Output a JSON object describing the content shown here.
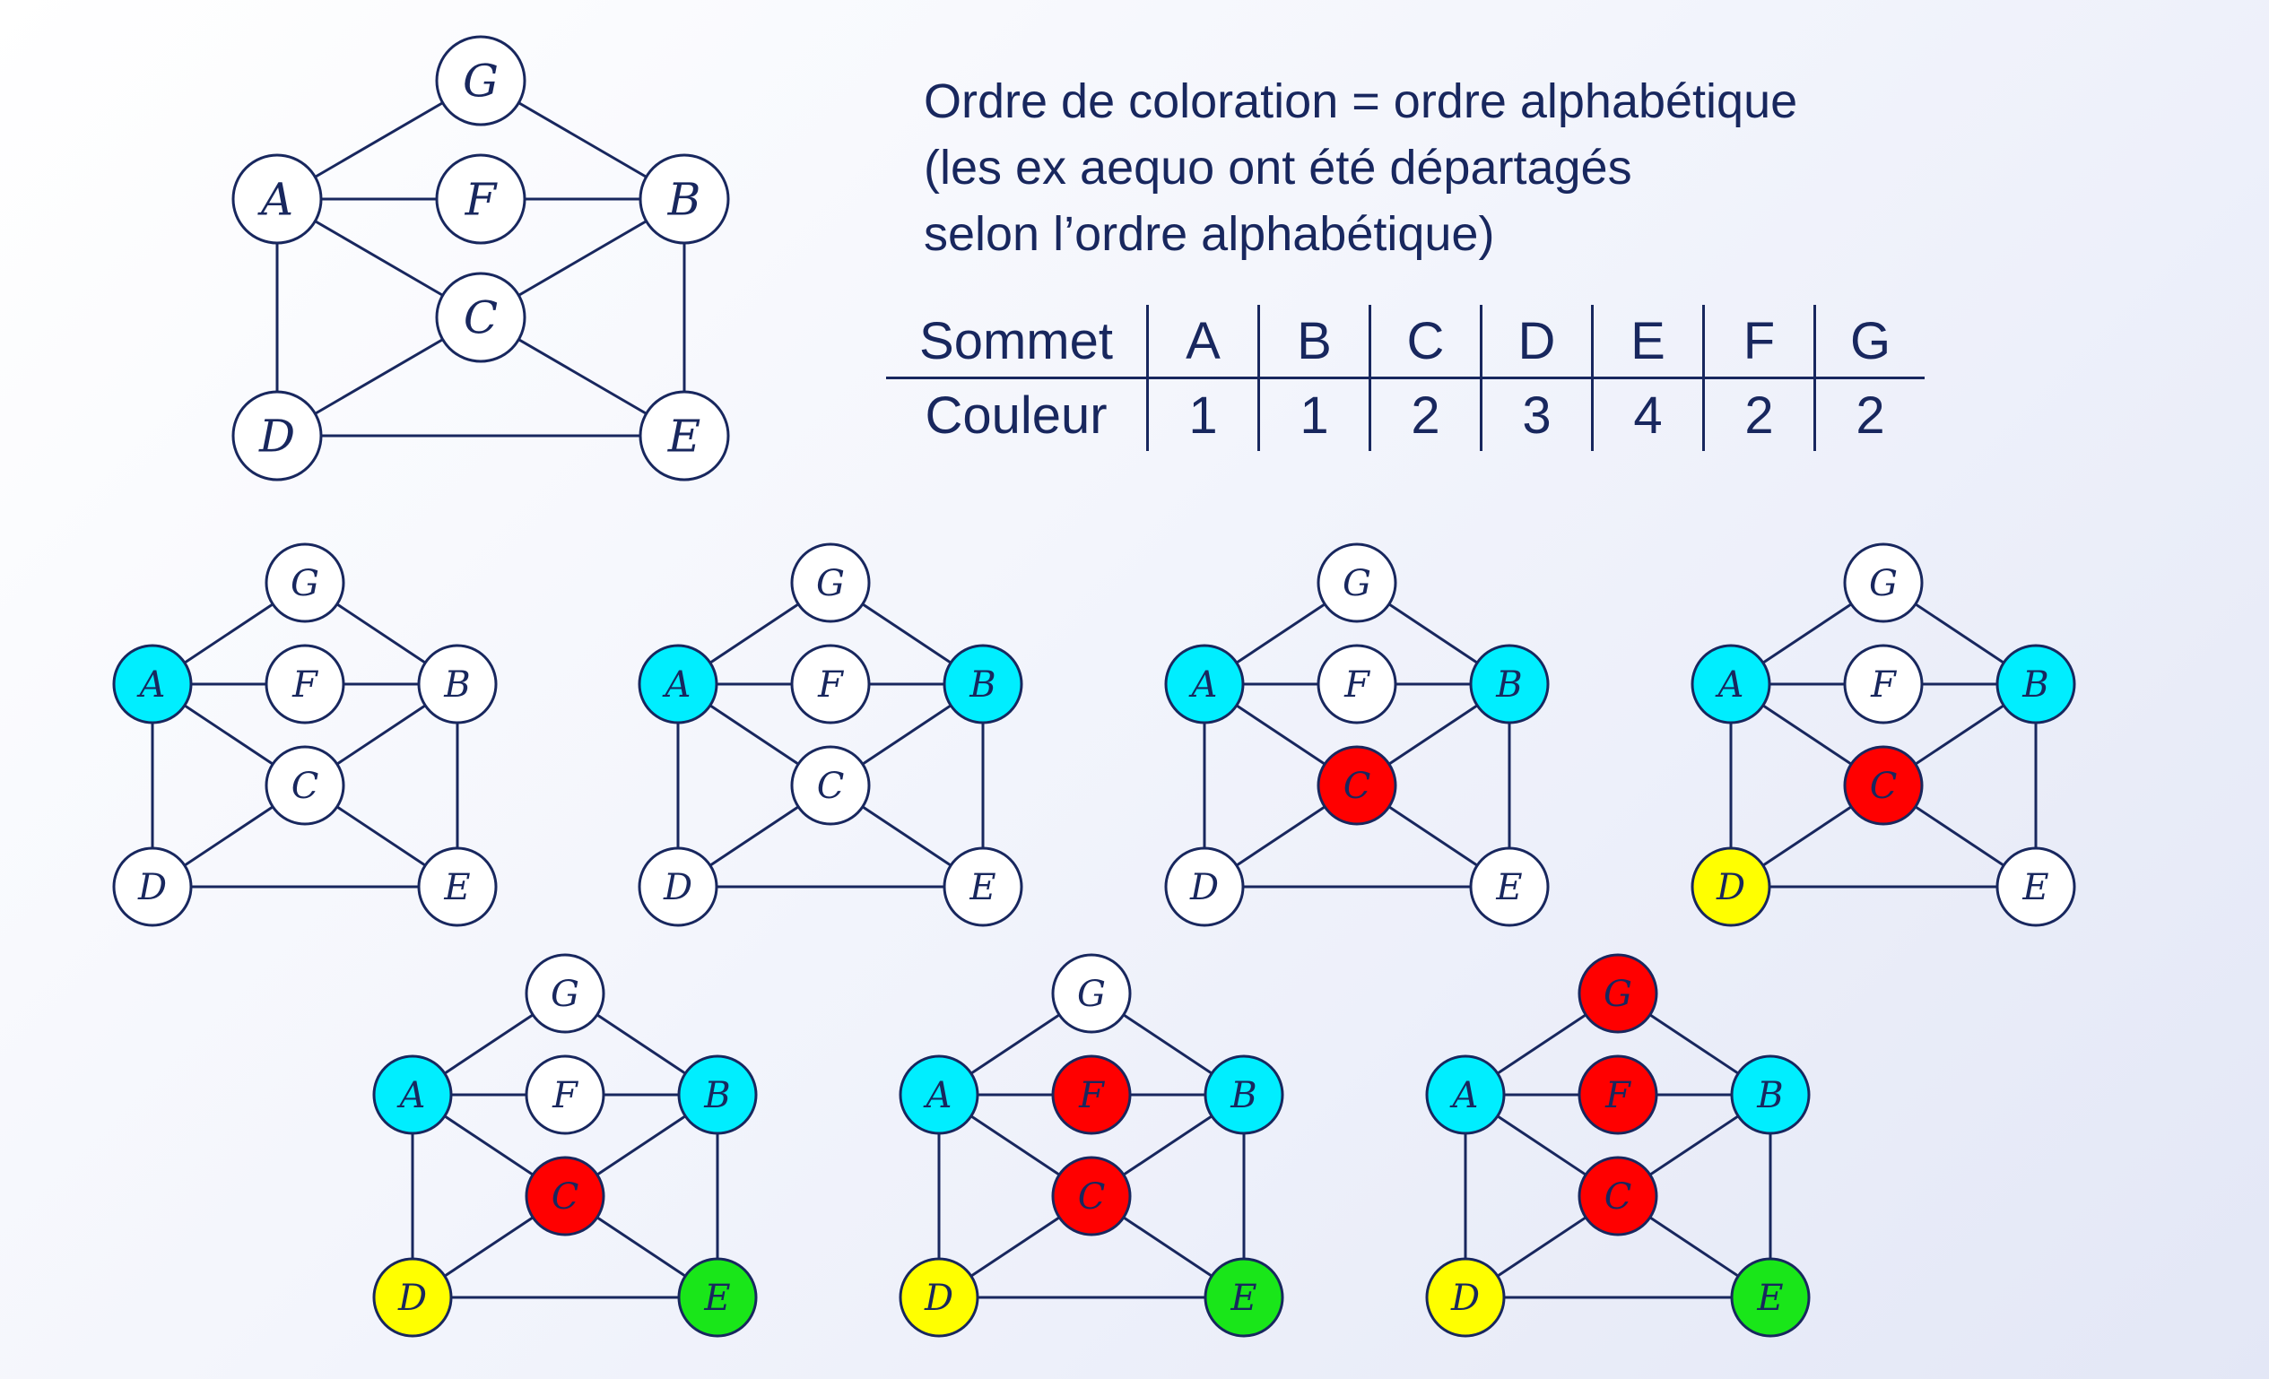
{
  "caption": {
    "lines": [
      "Ordre de coloration = ordre alphabétique",
      "(les ex aequo ont été départagés",
      "selon l’ordre alphabétique)"
    ]
  },
  "table": {
    "row1_header": "Sommet",
    "row2_header": "Couleur",
    "vertices": [
      "A",
      "B",
      "C",
      "D",
      "E",
      "F",
      "G"
    ],
    "colors": [
      "1",
      "1",
      "2",
      "3",
      "4",
      "2",
      "2"
    ]
  },
  "palette": {
    "none": "#ffffff",
    "1": "#00eeff",
    "2": "#ff0000",
    "3": "#ffff00",
    "4": "#19e619",
    "stroke": "#18275e"
  },
  "graph": {
    "nodes": [
      "G",
      "A",
      "F",
      "B",
      "C",
      "D",
      "E"
    ],
    "edges": [
      [
        "G",
        "A"
      ],
      [
        "G",
        "B"
      ],
      [
        "A",
        "F"
      ],
      [
        "F",
        "B"
      ],
      [
        "A",
        "C"
      ],
      [
        "B",
        "C"
      ],
      [
        "A",
        "D"
      ],
      [
        "B",
        "E"
      ],
      [
        "C",
        "D"
      ],
      [
        "C",
        "E"
      ],
      [
        "D",
        "E"
      ]
    ]
  },
  "steps": [
    {
      "A": "1"
    },
    {
      "A": "1",
      "B": "1"
    },
    {
      "A": "1",
      "B": "1",
      "C": "2"
    },
    {
      "A": "1",
      "B": "1",
      "C": "2",
      "D": "3"
    },
    {
      "A": "1",
      "B": "1",
      "C": "2",
      "D": "3",
      "E": "4"
    },
    {
      "A": "1",
      "B": "1",
      "C": "2",
      "D": "3",
      "E": "4",
      "F": "2"
    },
    {
      "A": "1",
      "B": "1",
      "C": "2",
      "D": "3",
      "E": "4",
      "F": "2",
      "G": "2"
    }
  ]
}
